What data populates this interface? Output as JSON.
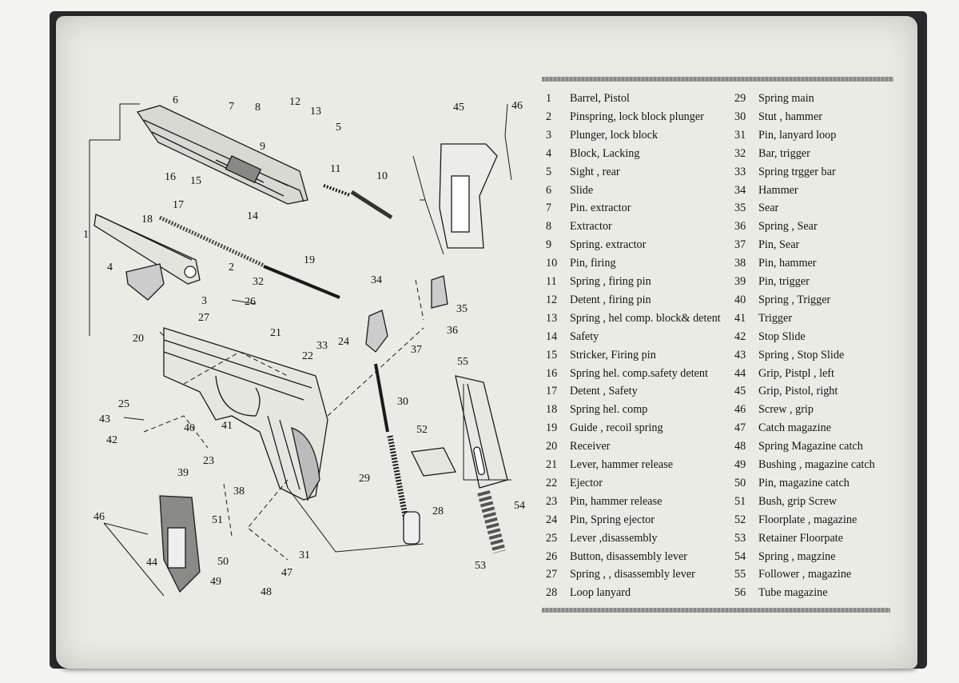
{
  "callouts": [
    "6",
    "7",
    "8",
    "12",
    "13",
    "5",
    "9",
    "11",
    "10",
    "16",
    "15",
    "17",
    "14",
    "18",
    "1",
    "2",
    "19",
    "4",
    "32",
    "3",
    "26",
    "27",
    "21",
    "33",
    "24",
    "20",
    "22",
    "34",
    "35",
    "36",
    "37",
    "55",
    "30",
    "25",
    "40",
    "41",
    "43",
    "42",
    "23",
    "39",
    "38",
    "52",
    "29",
    "51",
    "28",
    "54",
    "53",
    "46",
    "44",
    "50",
    "49",
    "47",
    "48",
    "31",
    "45"
  ],
  "parts": [
    {
      "num": "1",
      "name": "Barrel, Pistol"
    },
    {
      "num": "2",
      "name": "Pinspring, lock block plunger"
    },
    {
      "num": "3",
      "name": "Plunger, lock block"
    },
    {
      "num": "4",
      "name": "Block, Lacking"
    },
    {
      "num": "5",
      "name": "Sight , rear"
    },
    {
      "num": "6",
      "name": "Slide"
    },
    {
      "num": "7",
      "name": "Pin. extractor"
    },
    {
      "num": "8",
      "name": "Extractor"
    },
    {
      "num": "9",
      "name": "Spring. extractor"
    },
    {
      "num": "10",
      "name": "Pin, firing"
    },
    {
      "num": "11",
      "name": "Spring , firing pin"
    },
    {
      "num": "12",
      "name": "Detent , firing pin"
    },
    {
      "num": "13",
      "name": "Spring , hel comp. block& detent"
    },
    {
      "num": "14",
      "name": "Safety"
    },
    {
      "num": "15",
      "name": "Stricker, Firing pin"
    },
    {
      "num": "16",
      "name": "Spring hel. comp.safety detent"
    },
    {
      "num": "17",
      "name": "Detent , Safety"
    },
    {
      "num": "18",
      "name": "Spring hel. comp"
    },
    {
      "num": "19",
      "name": "Guide , recoil spring"
    },
    {
      "num": "20",
      "name": "Receiver"
    },
    {
      "num": "21",
      "name": "Lever, hammer release"
    },
    {
      "num": "22",
      "name": "Ejector"
    },
    {
      "num": "23",
      "name": "Pin, hammer release"
    },
    {
      "num": "24",
      "name": "Pin, Spring ejector"
    },
    {
      "num": "25",
      "name": "Lever ,disassembly"
    },
    {
      "num": "26",
      "name": "Button, disassembly lever"
    },
    {
      "num": "27",
      "name": "Spring , , disassembly lever"
    },
    {
      "num": "28",
      "name": "Loop lanyard"
    },
    {
      "num": "29",
      "name": "Spring main"
    },
    {
      "num": "30",
      "name": "Stut , hammer"
    },
    {
      "num": "31",
      "name": "Pin, lanyard loop"
    },
    {
      "num": "32",
      "name": "Bar, trigger"
    },
    {
      "num": "33",
      "name": "Spring trgger bar"
    },
    {
      "num": "34",
      "name": "Hammer"
    },
    {
      "num": "35",
      "name": "Sear"
    },
    {
      "num": "36",
      "name": "Spring , Sear"
    },
    {
      "num": "37",
      "name": "Pin, Sear"
    },
    {
      "num": "38",
      "name": "Pin, hammer"
    },
    {
      "num": "39",
      "name": "Pin, trigger"
    },
    {
      "num": "40",
      "name": "Spring , Trigger"
    },
    {
      "num": "41",
      "name": "Trigger"
    },
    {
      "num": "42",
      "name": "Stop Slide"
    },
    {
      "num": "43",
      "name": "Spring , Stop Slide"
    },
    {
      "num": "44",
      "name": "Grip, Pistpl , left"
    },
    {
      "num": "45",
      "name": "Grip, Pistol, right"
    },
    {
      "num": "46",
      "name": "Screw , grip"
    },
    {
      "num": "47",
      "name": "Catch magazine"
    },
    {
      "num": "48",
      "name": "Spring Magazine catch"
    },
    {
      "num": "49",
      "name": "Bushing , magazine catch"
    },
    {
      "num": "50",
      "name": "Pin, magazine catch"
    },
    {
      "num": "51",
      "name": "Bush, grip Screw"
    },
    {
      "num": "52",
      "name": "Floorplate , magazine"
    },
    {
      "num": "53",
      "name": "Retainer Floorpate"
    },
    {
      "num": "54",
      "name": "Spring , magzine"
    },
    {
      "num": "55",
      "name": "Follower , magazine"
    },
    {
      "num": "56",
      "name": "Tube magazine"
    }
  ]
}
